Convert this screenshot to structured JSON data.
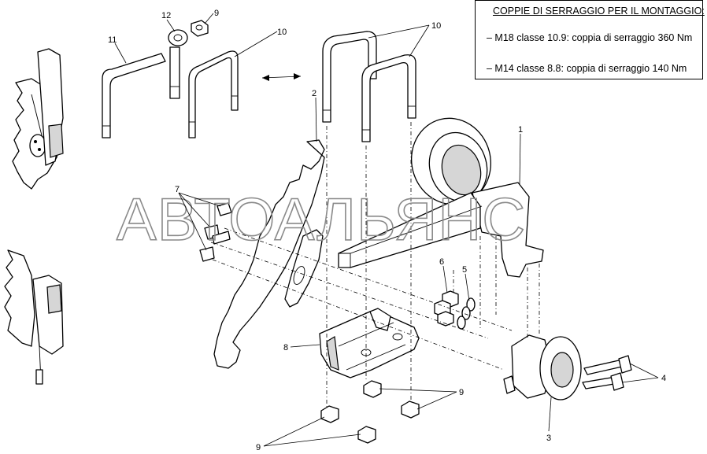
{
  "torque_box": {
    "title": "COPPIE DI SERRAGGIO PER IL MONTAGGIO:",
    "lines": [
      "– M18 classe 10.9: coppia di serraggio 360 Nm",
      "– M14 classe 8.8: coppia di serraggio 140 Nm"
    ]
  },
  "watermark": "АВТОАЛЬЯНС",
  "callouts": {
    "c1": "1",
    "c2": "2",
    "c3": "3",
    "c4": "4",
    "c5": "5",
    "c6": "6",
    "c7": "7",
    "c8": "8",
    "c9_top": "9",
    "c9_right": "9",
    "c9_bottom": "9",
    "c10_left": "10",
    "c10_right": "10",
    "c11": "11",
    "c12": "12"
  }
}
